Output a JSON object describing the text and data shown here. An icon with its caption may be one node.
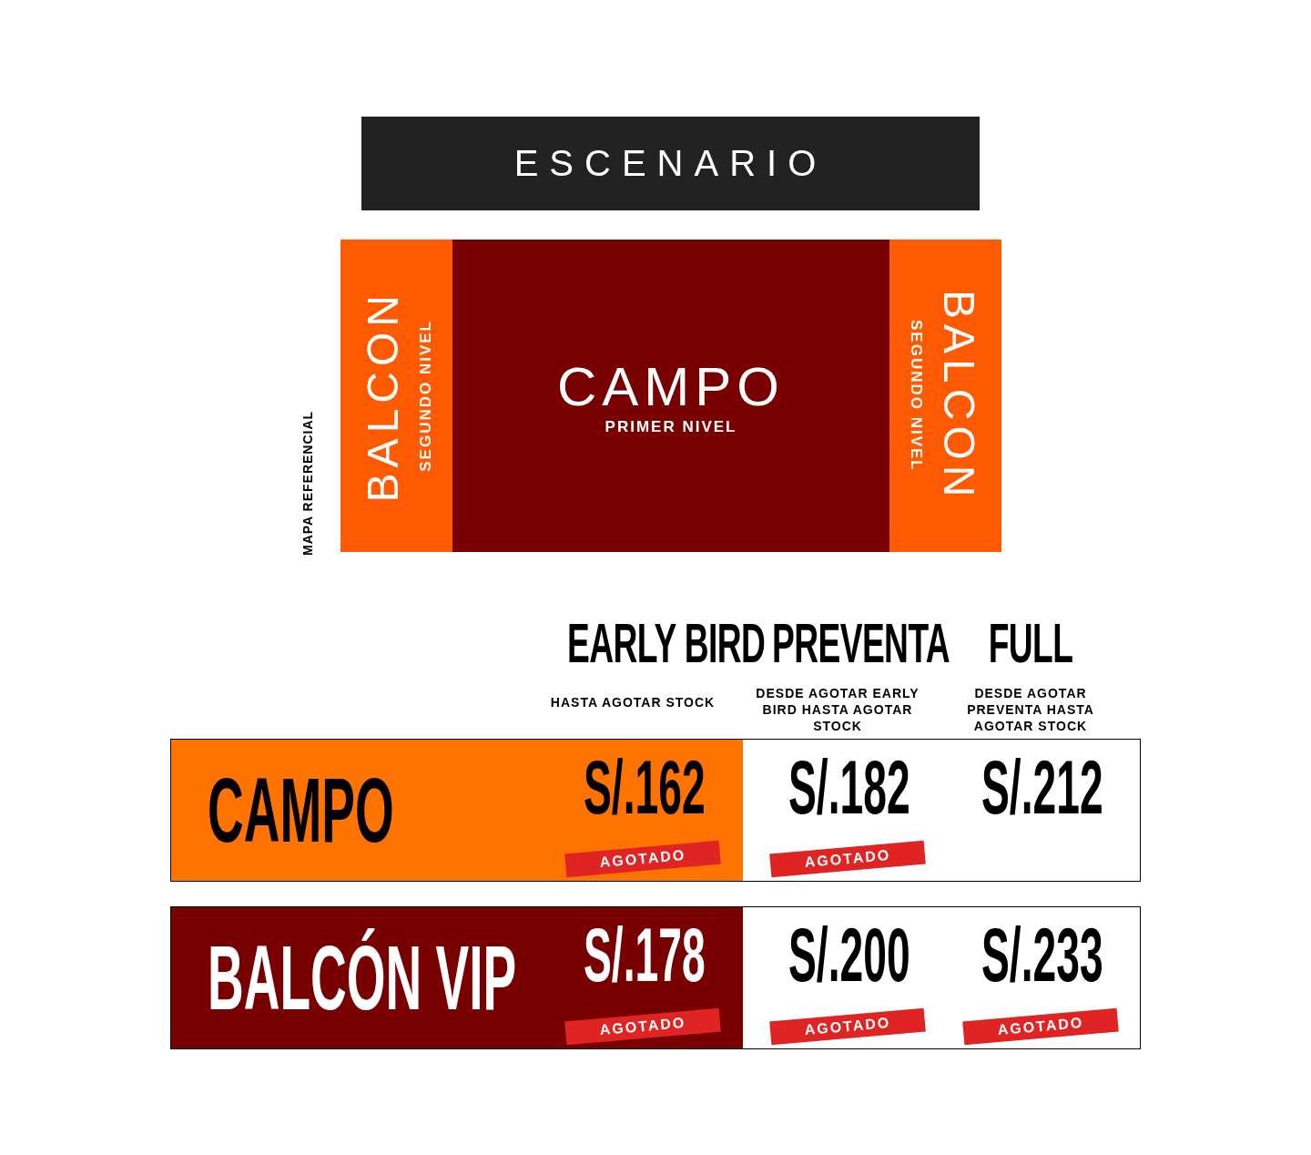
{
  "diagram": {
    "nodes": [
      {
        "text": [
          "ESCENARIO"
        ]
      },
      {
        "text": [
          "BALCON",
          "SEGUNDO NIVEL"
        ]
      },
      {
        "text": [
          "CAMPO",
          "PRIMER NIVEL"
        ]
      },
      {
        "text": [
          "BALCON",
          "SEGUNDO NIVEL"
        ]
      }
    ],
    "edges": [],
    "labels": [
      "MAPA REFERENCIAL",
      "EARLY BIRD",
      "PREVENTA",
      "FULL",
      "HASTA AGOTAR STOCK",
      "DESDE AGOTAR EARLY BIRD HASTA AGOTAR STOCK",
      "DESDE AGOTAR PREVENTA HASTA AGOTAR STOCK",
      "CAMPO",
      "S/.162",
      "S/.182",
      "S/.212",
      "BALCÓN VIP",
      "S/.178",
      "S/.200",
      "S/.233",
      "AGOTADO",
      "AGOTADO",
      "AGOTADO",
      "AGOTADO",
      "AGOTADO"
    ]
  }
}
